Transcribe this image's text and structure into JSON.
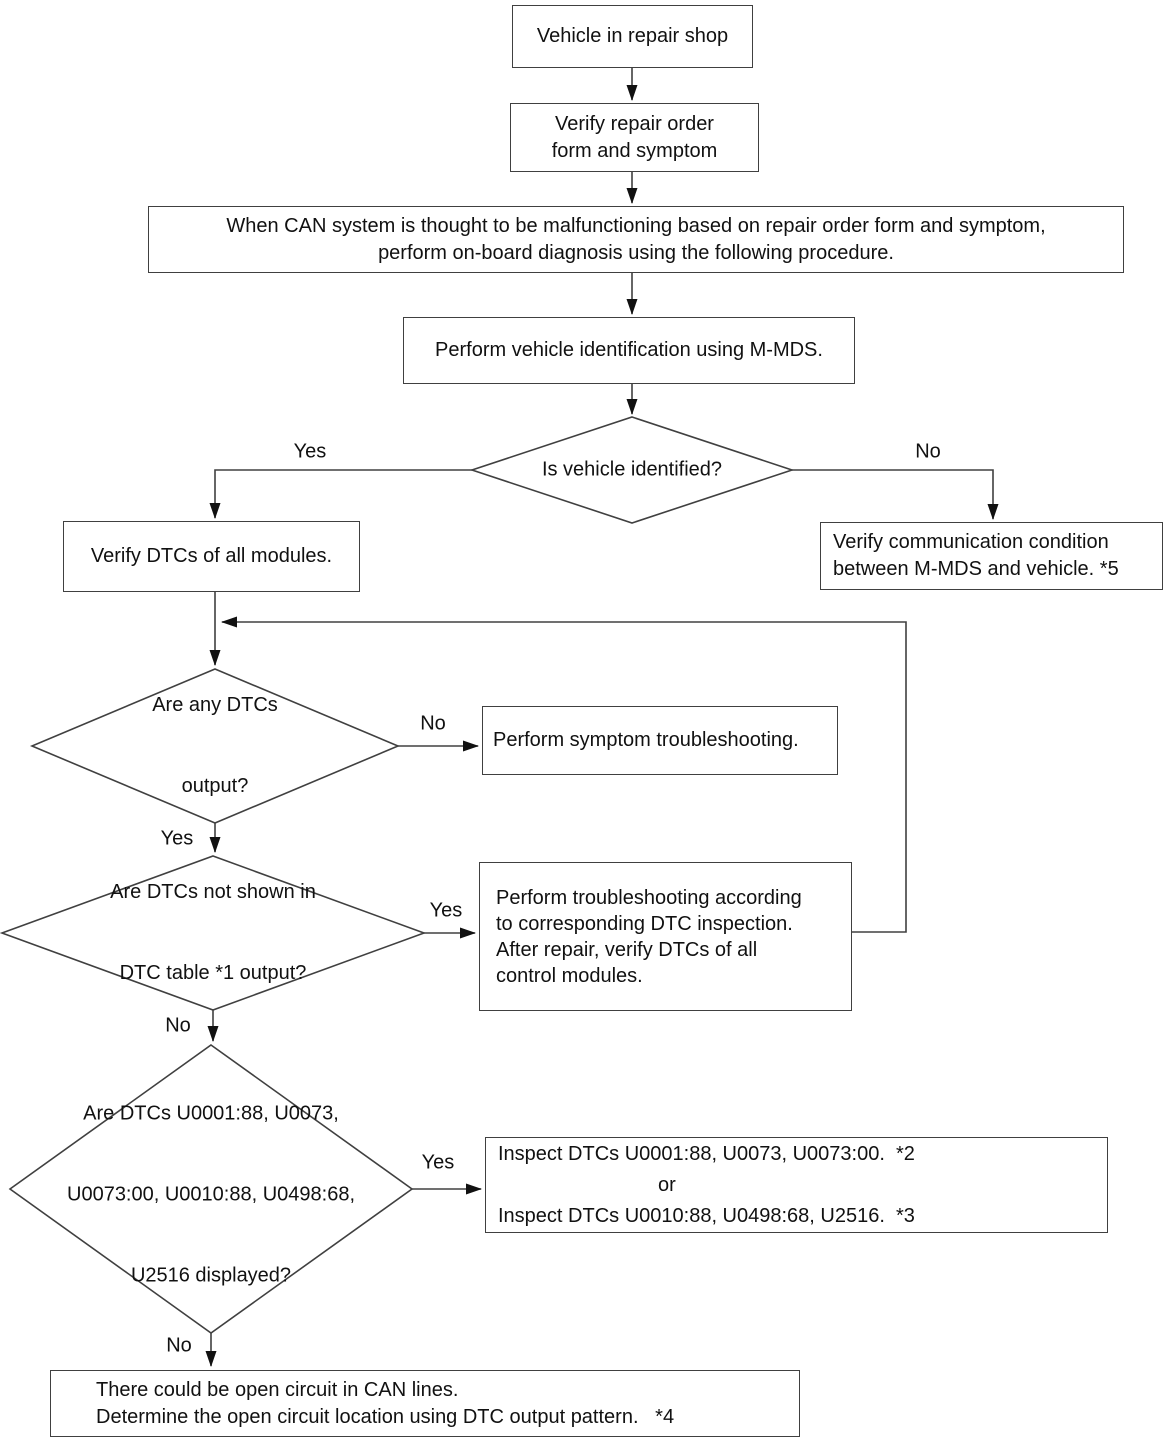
{
  "flowchart": {
    "colors": {
      "line": "#404040",
      "arrow": "#111111",
      "text": "#111111",
      "background": "#ffffff"
    },
    "boxes": {
      "vehicle_in_shop": {
        "lines": [
          "Vehicle in repair shop"
        ]
      },
      "verify_repair_order": {
        "lines": [
          "Verify repair order",
          "form and symptom"
        ]
      },
      "can_malfunction_note": {
        "lines": [
          "When CAN system is thought to be malfunctioning based on repair order form and symptom,",
          "perform on-board diagnosis using the following procedure."
        ]
      },
      "vehicle_identification": {
        "lines": [
          "Perform vehicle identification using M-MDS."
        ]
      },
      "verify_dtcs_all_modules": {
        "lines": [
          "Verify DTCs of all modules."
        ]
      },
      "verify_communication": {
        "lines": [
          "Verify communication condition",
          "between M-MDS and vehicle. *5"
        ]
      },
      "symptom_troubleshooting": {
        "lines": [
          "Perform symptom troubleshooting."
        ]
      },
      "dtc_troubleshooting": {
        "lines": [
          "Perform troubleshooting according",
          "to corresponding DTC inspection.",
          "After repair, verify DTCs of all",
          "control modules."
        ]
      },
      "inspect_dtcs": {
        "lines": [
          "Inspect DTCs U0001:88, U0073, U0073:00.  *2",
          "or",
          "Inspect DTCs U0010:88, U0498:68, U2516.  *3"
        ]
      },
      "open_circuit": {
        "lines": [
          "There could be open circuit in CAN lines.",
          "Determine the open circuit location using DTC output pattern.   *4"
        ]
      }
    },
    "decisions": {
      "is_vehicle_identified": {
        "lines": [
          "Is vehicle identified?"
        ]
      },
      "are_dtcs_output": {
        "lines": [
          "Are any DTCs",
          "output?"
        ]
      },
      "dtcs_not_in_table": {
        "lines": [
          "Are DTCs not shown in",
          "DTC table *1 output?"
        ]
      },
      "specific_dtcs_displayed": {
        "lines": [
          "Are DTCs U0001:88, U0073,",
          "U0073:00, U0010:88, U0498:68,",
          "U2516 displayed?"
        ]
      }
    },
    "labels": {
      "d1_yes": "Yes",
      "d1_no": "No",
      "d2_no": "No",
      "d2_yes": "Yes",
      "d3_yes": "Yes",
      "d3_no": "No",
      "d4_yes": "Yes",
      "d4_no": "No"
    }
  }
}
